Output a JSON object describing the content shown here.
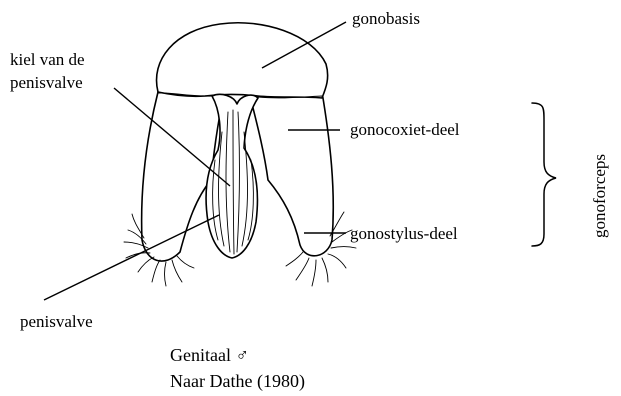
{
  "labels": {
    "gonobasis": "gonobasis",
    "kiel_line1": "kiel van de",
    "kiel_line2": "penisvalve",
    "gonocoxiet": "gonocoxiet-deel",
    "gonostylus": "gonostylus-deel",
    "penisvalve": "penisvalve",
    "gonoforceps": "gonoforceps"
  },
  "caption": {
    "line1": "Genitaal ♂",
    "line2": "Naar Dathe (1980)"
  }
}
